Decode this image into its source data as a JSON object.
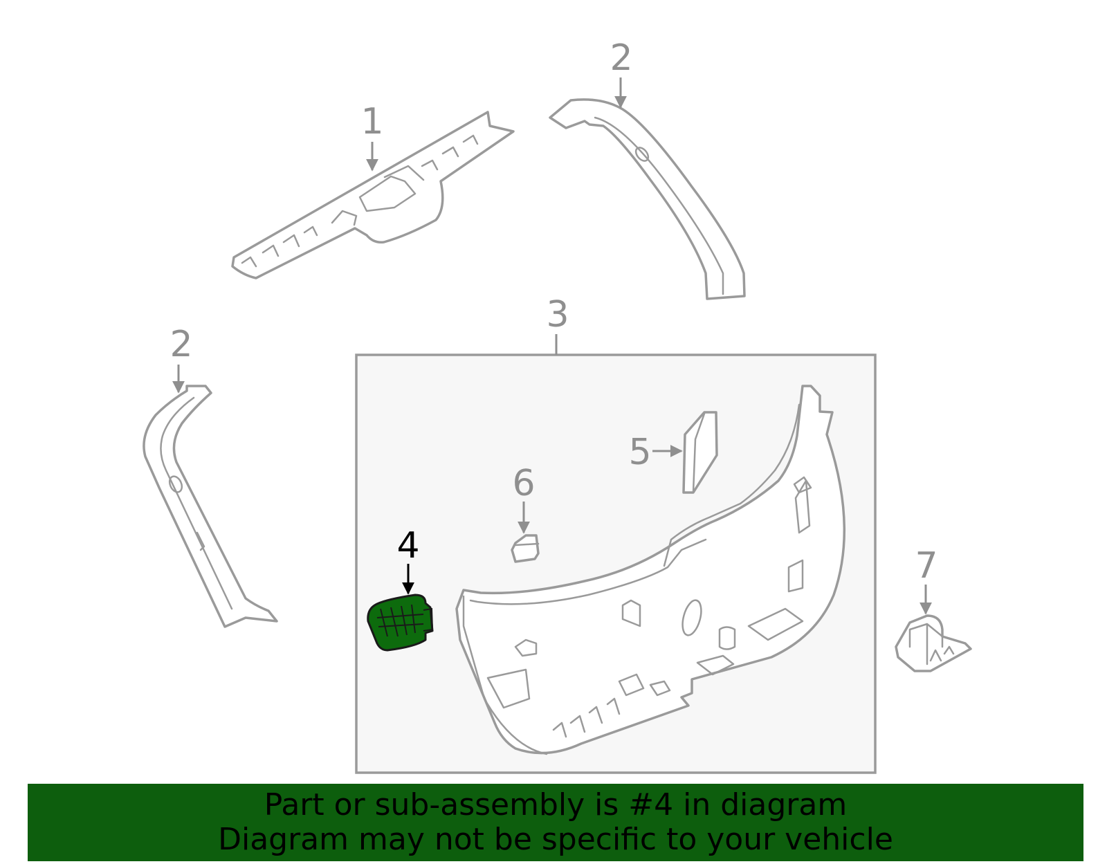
{
  "diagram": {
    "callouts": [
      {
        "id": "1",
        "label": "1",
        "selected": false
      },
      {
        "id": "2a",
        "label": "2",
        "selected": false
      },
      {
        "id": "2b",
        "label": "2",
        "selected": false
      },
      {
        "id": "3",
        "label": "3",
        "selected": false
      },
      {
        "id": "4",
        "label": "4",
        "selected": true
      },
      {
        "id": "5",
        "label": "5",
        "selected": false
      },
      {
        "id": "6",
        "label": "6",
        "selected": false
      },
      {
        "id": "7",
        "label": "7",
        "selected": false
      }
    ],
    "highlight_color": "#0d6b0d",
    "line_color": "#9a9a9a",
    "box_fill": "#f7f7f7"
  },
  "banner": {
    "line1": "Part or sub-assembly is #4 in diagram",
    "line2": "Diagram may not be specific to your vehicle",
    "background": "#0d5e0d"
  }
}
